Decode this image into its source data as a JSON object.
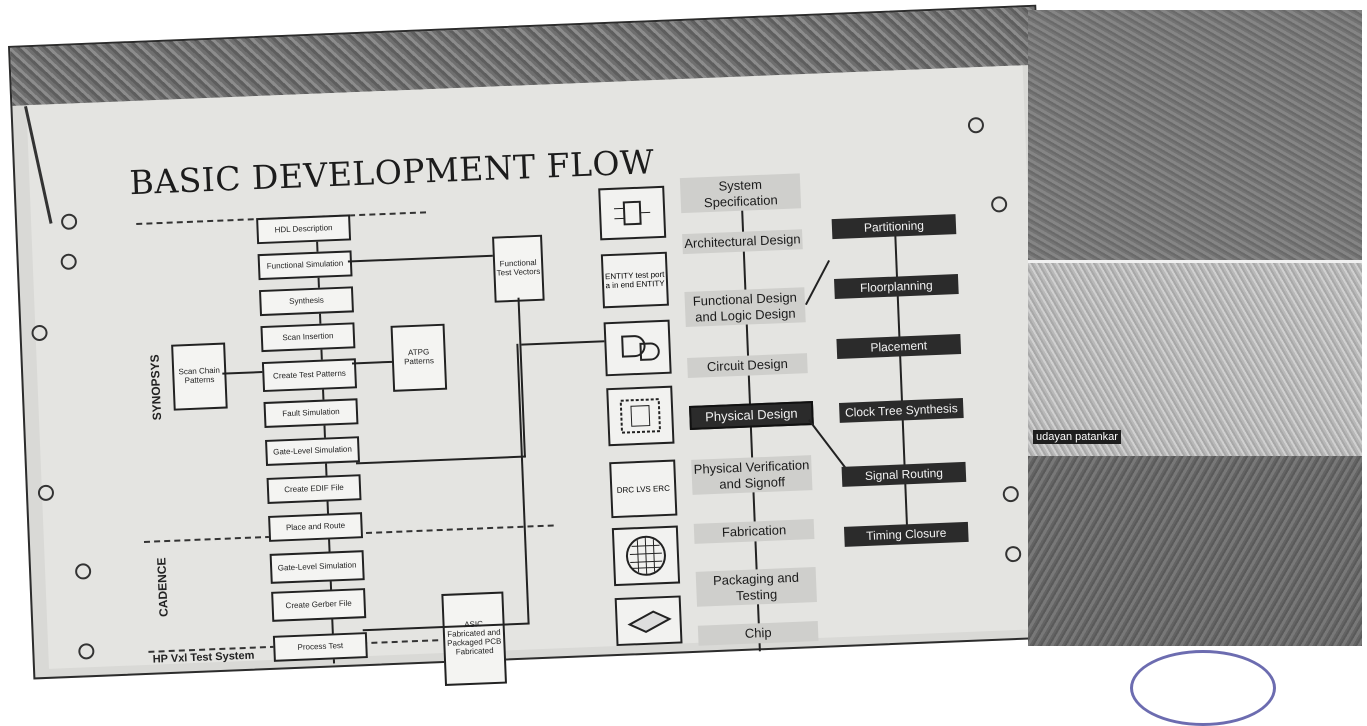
{
  "slide": {
    "title": "BASIC DEVELOPMENT FLOW",
    "section_labels": [
      "SYNOPSYS",
      "CADENCE"
    ],
    "bottom_label": "HP Vxl Test System",
    "left_boxes": [
      "HDL Description",
      "Functional Simulation",
      "Synthesis",
      "Scan Insertion",
      "Create Test Patterns",
      "Fault Simulation",
      "Gate-Level Simulation",
      "Create EDIF File",
      "Place and Route",
      "Gate-Level Simulation",
      "Create Gerber File",
      "Process Test"
    ],
    "side_boxes": [
      "Scan Chain Patterns",
      "ATPG Patterns",
      "Functional Test Vectors",
      "ASIC Fabricated and Packaged PCB Fabricated"
    ],
    "flow_steps": [
      "System Specification",
      "Architectural Design",
      "Functional Design and Logic Design",
      "Circuit Design",
      "Physical Design",
      "Physical Verification and Signoff",
      "Fabrication",
      "Packaging and Testing",
      "Chip"
    ],
    "icon_labels": [
      "",
      "ENTITY test port a in end ENTITY",
      "",
      "",
      "DRC LVS ERC",
      "",
      ""
    ],
    "physical_steps": [
      "Partitioning",
      "Floorplanning",
      "Placement",
      "Clock Tree Synthesis",
      "Signal Routing",
      "Timing Closure"
    ]
  },
  "video_panel": {
    "caption": "udayan patankar"
  },
  "colors": {
    "slide_bg": "#e4e4e1",
    "dark_fill": "#2b2b2b",
    "panel_gray": "#7a7a7a"
  }
}
